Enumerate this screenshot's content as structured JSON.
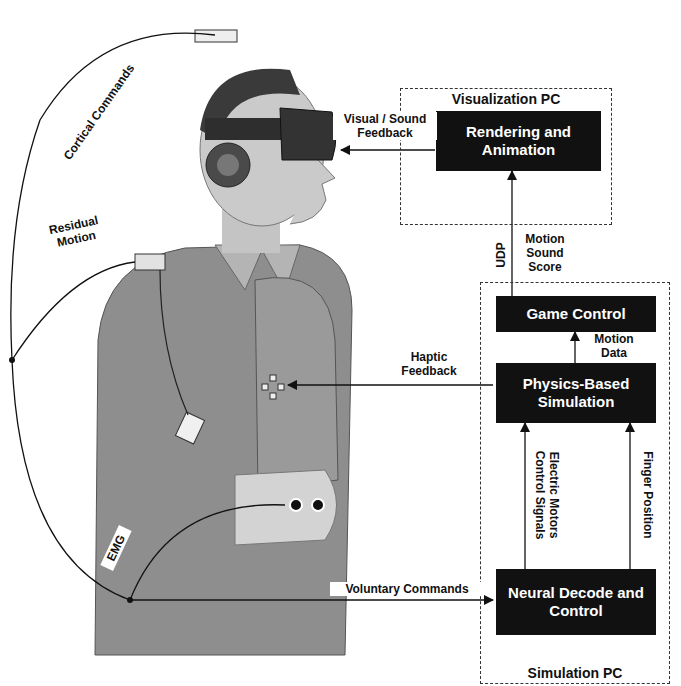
{
  "diagram": {
    "nodes": [
      {
        "text": [
          "Visualization PC"
        ]
      },
      {
        "text": [
          "Rendering and Animation"
        ],
        "in": 0
      },
      {
        "text": [
          "Simulation PC"
        ]
      },
      {
        "text": [
          "Game Control"
        ],
        "in": 2
      },
      {
        "text": [
          "Physics-Based Simulation"
        ],
        "in": 2
      },
      {
        "text": [
          "Neural Decode and Control"
        ],
        "in": 2
      }
    ],
    "edges": [
      {
        "from": 3,
        "to": 1,
        "arrow": "to",
        "label": "Motion Sound Score"
      },
      {
        "from": 4,
        "to": 3,
        "arrow": "to",
        "label": "Motion Data"
      },
      {
        "from": 5,
        "to": 4,
        "arrow": "to",
        "label": "Electric Motors Control Signals"
      },
      {
        "from": 5,
        "to": 4,
        "arrow": "to",
        "label": "Finger Position"
      }
    ],
    "labels": [
      "Visual / Sound Feedback",
      "UDP",
      "Haptic Feedback",
      "Cortical Commands",
      "Residual Motion",
      "EMG",
      "Voluntary Commands"
    ]
  }
}
